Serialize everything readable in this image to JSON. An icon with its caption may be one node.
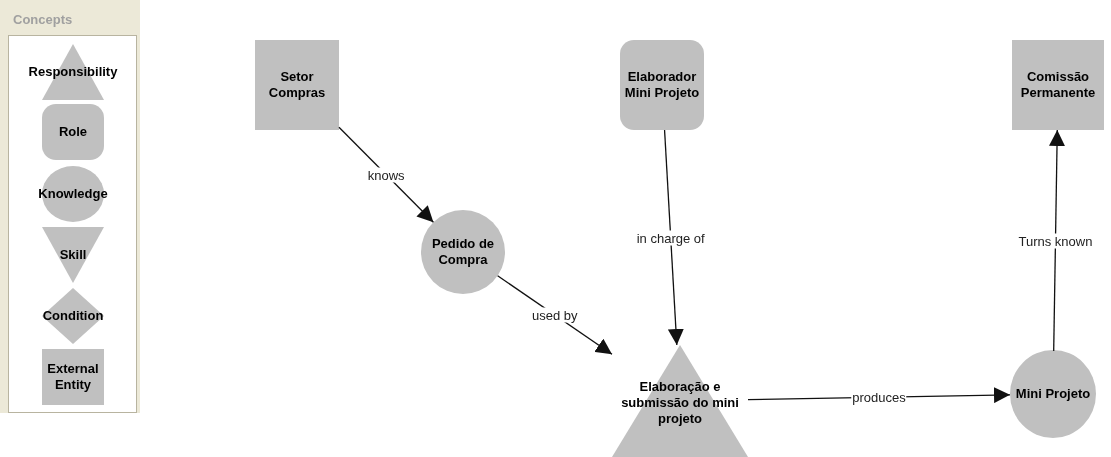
{
  "diagram": {
    "nodes": [
      {
        "text": [
          "Concepts"
        ]
      },
      {
        "text": [
          "Responsibility"
        ],
        "in": 0
      },
      {
        "text": [
          "Role"
        ],
        "in": 0
      },
      {
        "text": [
          "Knowledge"
        ],
        "in": 0
      },
      {
        "text": [
          "Skill"
        ],
        "in": 0
      },
      {
        "text": [
          "Condition"
        ],
        "in": 0
      },
      {
        "text": [
          "External Entity"
        ],
        "in": 0
      },
      {
        "text": [
          "Setor Compras"
        ]
      },
      {
        "text": [
          "Elaborador Mini Projeto"
        ]
      },
      {
        "text": [
          "Comissão Permanente"
        ]
      },
      {
        "text": [
          "Pedido de Compra"
        ]
      },
      {
        "text": [
          "Elaboração e submissão do mini projeto"
        ]
      },
      {
        "text": [
          "Mini Projeto"
        ]
      }
    ],
    "edges": [
      {
        "from": 7,
        "to": 10,
        "arrow": "to",
        "label": "knows"
      },
      {
        "from": 10,
        "to": 11,
        "arrow": "to",
        "label": "used by"
      },
      {
        "from": 8,
        "to": 11,
        "arrow": "to",
        "label": "in charge of"
      },
      {
        "from": 11,
        "to": 12,
        "arrow": "to",
        "label": "produces"
      },
      {
        "from": 12,
        "to": 9,
        "arrow": "to",
        "label": "Turns known"
      }
    ]
  }
}
